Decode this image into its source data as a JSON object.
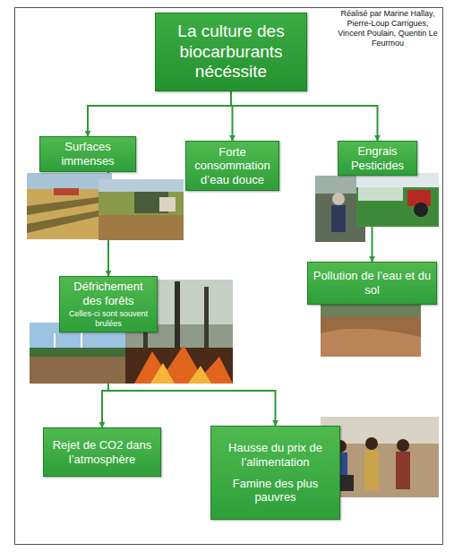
{
  "diagram": {
    "nodes": [
      {
        "text": [
          "La culture des biocarburants nécéssite"
        ]
      },
      {
        "text": [
          "Surfaces immenses"
        ]
      },
      {
        "text": [
          "Forte consommation d’eau douce"
        ]
      },
      {
        "text": [
          "Engrais Pesticides"
        ]
      },
      {
        "text": [
          "Défrichement des forêts",
          "Celles-ci sont souvent brulées"
        ]
      },
      {
        "text": [
          "Pollution de l’eau et du sol"
        ]
      },
      {
        "text": [
          "Rejet de CO2 dans l’atmosphère"
        ]
      },
      {
        "text": [
          "Hausse du prix de l’alimentation",
          "Famine des plus pauvres"
        ]
      }
    ],
    "edges": [
      {
        "from": 0,
        "to": 1,
        "arrow": "to"
      },
      {
        "from": 0,
        "to": 2,
        "arrow": "to"
      },
      {
        "from": 0,
        "to": 3,
        "arrow": "to"
      },
      {
        "from": 1,
        "to": 4,
        "arrow": "to"
      },
      {
        "from": 3,
        "to": 5,
        "arrow": "to"
      },
      {
        "from": 4,
        "to": 6,
        "arrow": "to"
      },
      {
        "from": 4,
        "to": 7,
        "arrow": "to"
      }
    ],
    "labels": [
      "Réalisé par Marine Hallay, Pierre-Loup Carrigues, Vincent Poulain, Quentin Le Feurmou"
    ]
  }
}
